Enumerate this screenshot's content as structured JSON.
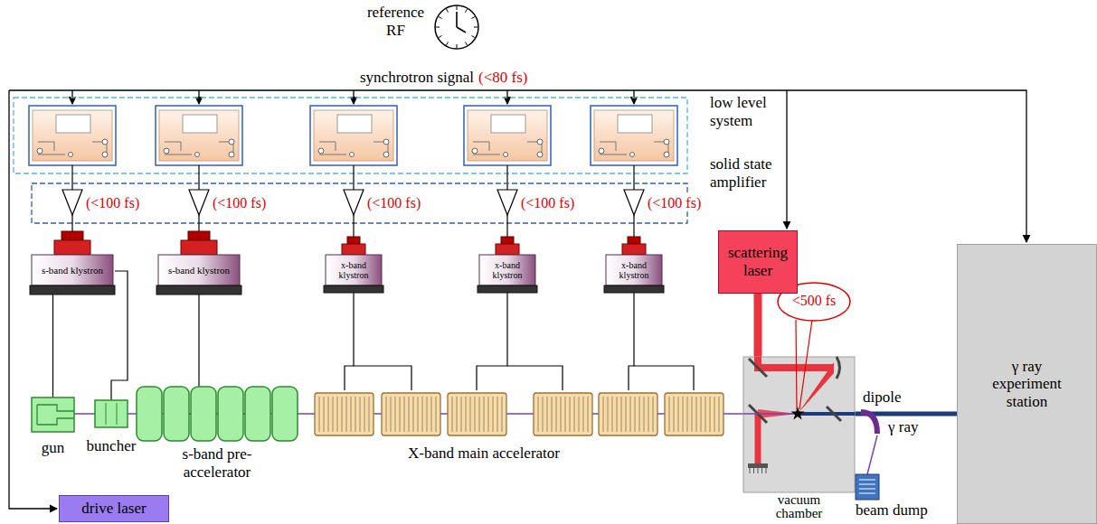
{
  "diagram": {
    "nodes": [
      {
        "text": [
          "reference RF"
        ]
      },
      {
        "text": [
          "s-band klystron"
        ]
      },
      {
        "text": [
          "s-band klystron"
        ]
      },
      {
        "text": [
          "x-band klystron"
        ]
      },
      {
        "text": [
          "x-band klystron"
        ]
      },
      {
        "text": [
          "x-band klystron"
        ]
      },
      {
        "text": [
          "scattering laser"
        ]
      },
      {
        "text": [
          "gun"
        ]
      },
      {
        "text": [
          "buncher"
        ]
      },
      {
        "text": [
          "s-band pre-accelerator"
        ]
      },
      {
        "text": [
          "X-band main accelerator"
        ]
      },
      {
        "text": [
          "vacuum chamber"
        ]
      },
      {
        "text": [
          "dipole"
        ]
      },
      {
        "text": [
          "beam dump"
        ]
      },
      {
        "text": [
          "γ ray experiment station"
        ]
      },
      {
        "text": [
          "drive laser"
        ]
      }
    ],
    "edges": [
      {
        "from": 1,
        "to": 7,
        "arrow": "none"
      },
      {
        "from": 1,
        "to": 8,
        "arrow": "none"
      },
      {
        "from": 2,
        "to": 9,
        "arrow": "none"
      },
      {
        "from": 3,
        "to": 10,
        "arrow": "none"
      },
      {
        "from": 4,
        "to": 10,
        "arrow": "none"
      },
      {
        "from": 5,
        "to": 10,
        "arrow": "none"
      },
      {
        "from": 6,
        "to": 11,
        "arrow": "none"
      },
      {
        "from": 11,
        "to": 14,
        "label": "γ ray",
        "arrow": "none"
      },
      {
        "from": 12,
        "to": 13,
        "arrow": "none"
      }
    ],
    "labels": [
      "synchrotron signal",
      "(<80 fs)",
      "low level system",
      "solid state amplifier",
      "(<100 fs)",
      "(<100 fs)",
      "(<100 fs)",
      "(<100 fs)",
      "(<100 fs)",
      "<500 fs"
    ]
  }
}
